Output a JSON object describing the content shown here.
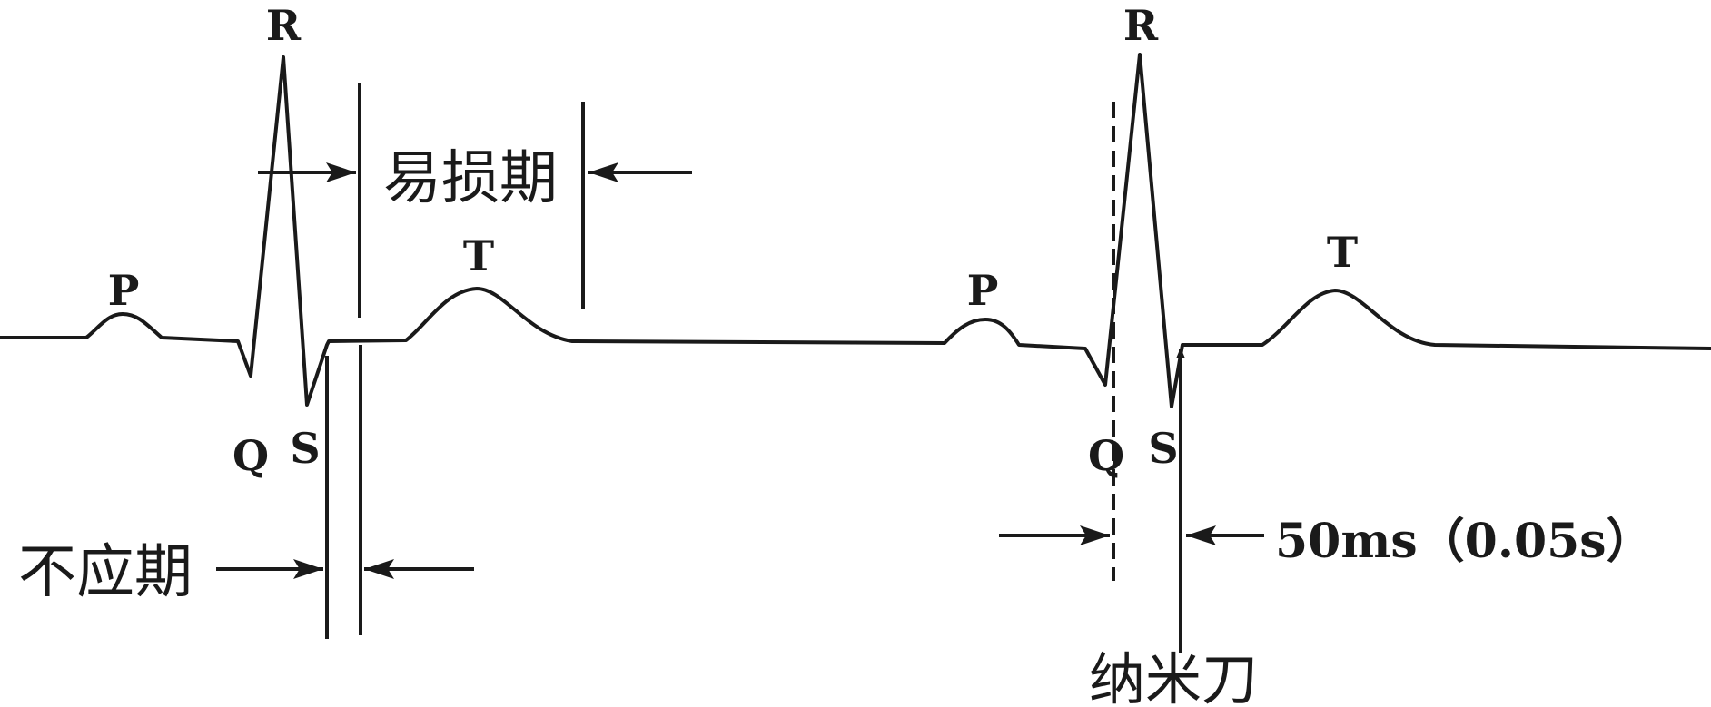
{
  "beat1": {
    "p": "P",
    "q": "Q",
    "r": "R",
    "s": "S",
    "t": "T"
  },
  "beat2": {
    "p": "P",
    "q": "Q",
    "r": "R",
    "s": "S",
    "t": "T"
  },
  "vulnerable_period_label": "易损期",
  "refractory_period_label": "不应期",
  "interval_label": "50ms（0.05s）",
  "nanoknife_label": "纳米刀",
  "line_color": "#1a1a1a"
}
